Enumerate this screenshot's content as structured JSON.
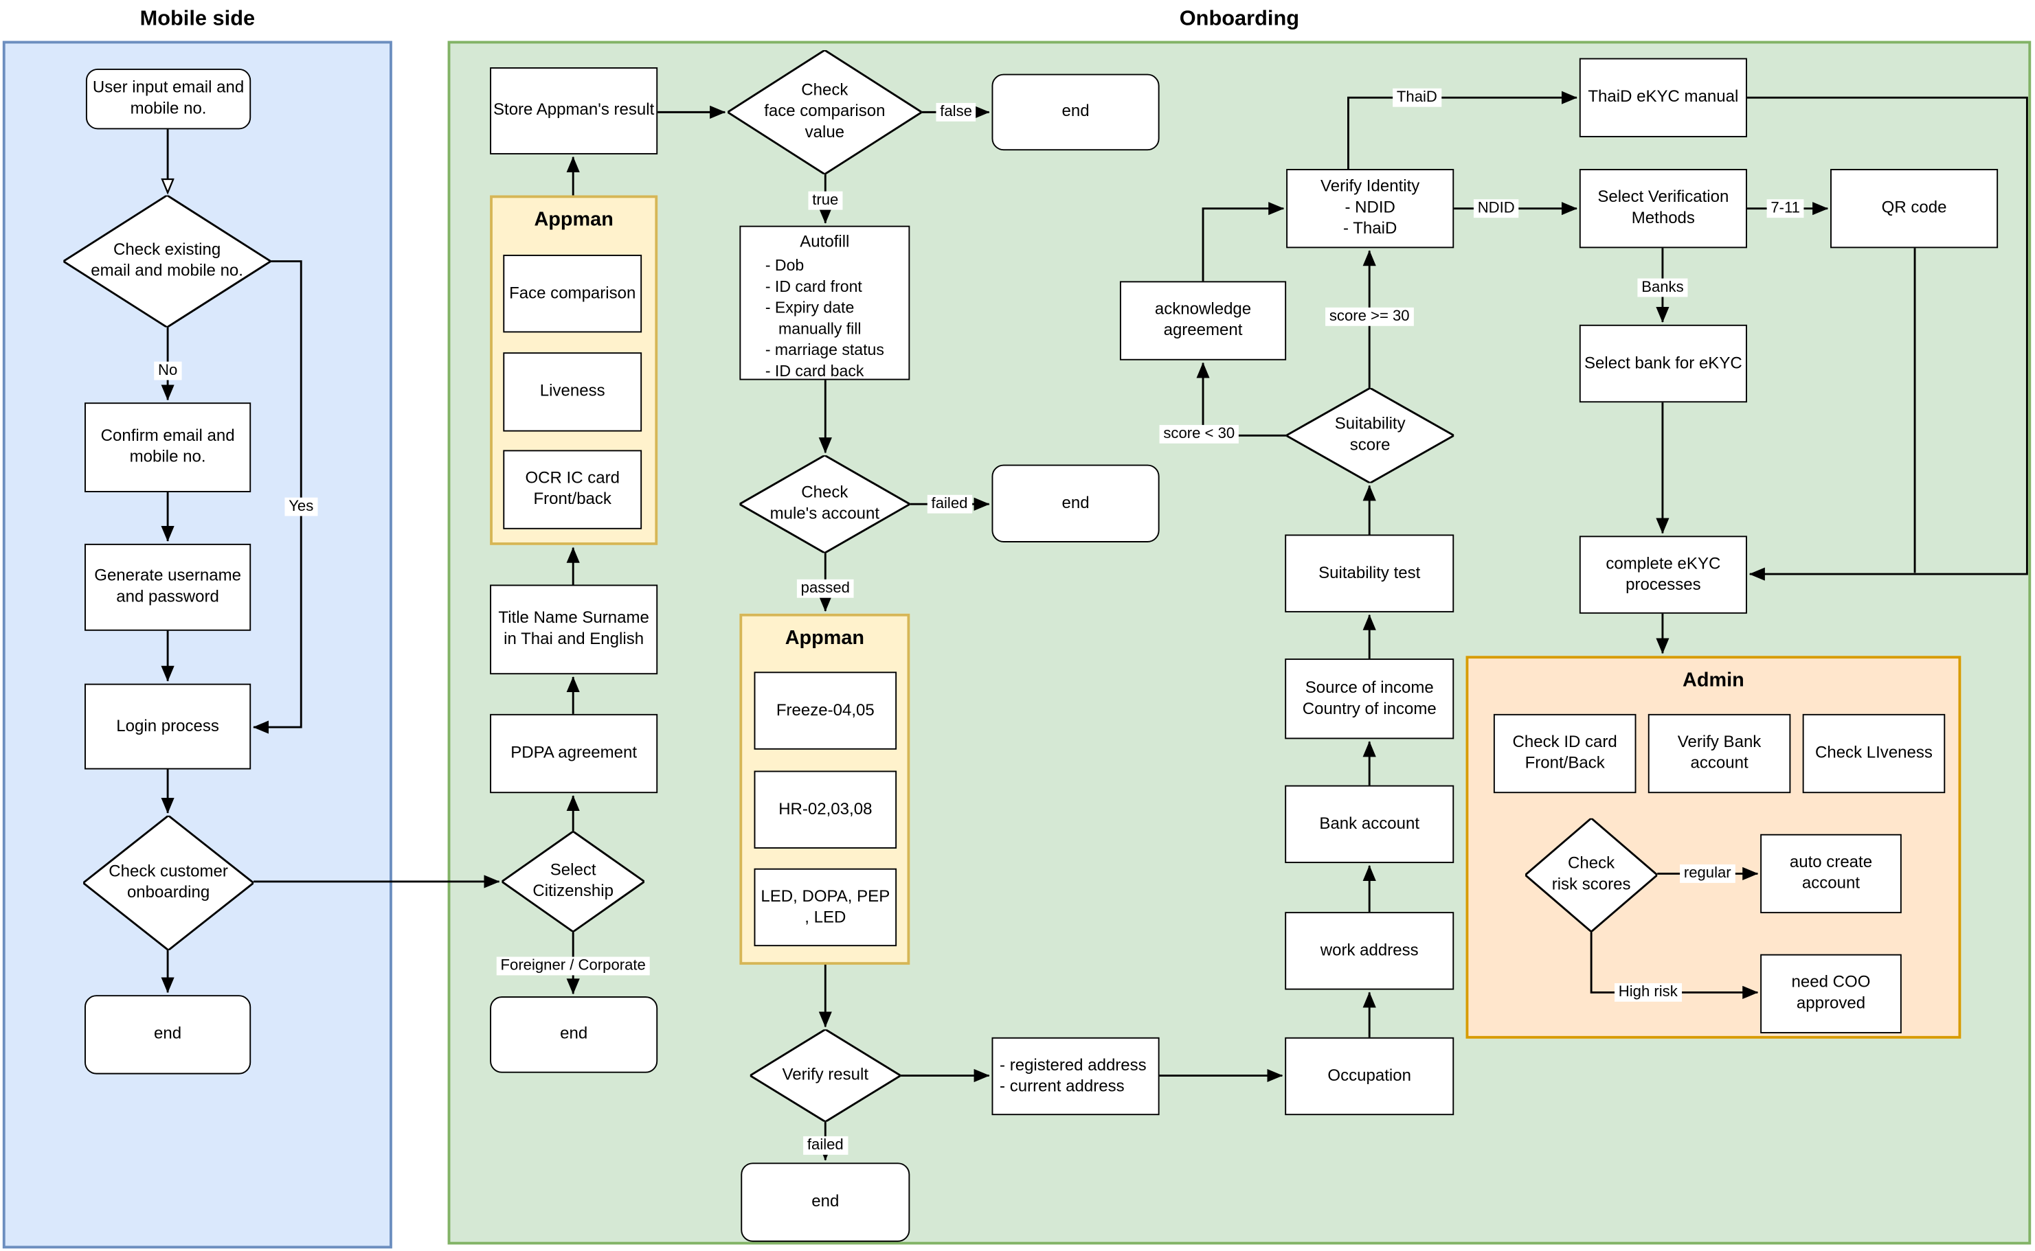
{
  "titles": {
    "mobile": "Mobile side",
    "onboarding": "Onboarding"
  },
  "colors": {
    "mobile_fill": "#dae8fc",
    "mobile_border": "#6c8ebf",
    "onboarding_fill": "#d5e8d4",
    "onboarding_border": "#82b366",
    "appman_fill": "#fff2cc",
    "appman_border": "#d6b656",
    "admin_fill": "#ffe6cc",
    "admin_border": "#d79b00",
    "node_fill": "#ffffff",
    "node_border": "#000000"
  },
  "nodes": {
    "user_input": "User input email and\nmobile no.",
    "check_existing": "Check existing\nemail and mobile no.",
    "confirm_email": "Confirm email and\nmobile no.",
    "generate_user": "Generate username\nand password",
    "login_process": "Login process",
    "check_customer": "Check customer\nonboarding",
    "end_mobile": "end",
    "store_appman": "Store Appman's result",
    "check_face": "Check\nface comparison\nvalue",
    "end_face": "end",
    "autofill_title": "Autofill",
    "autofill_items": "- Dob\n- ID card front\n- Expiry date\n   manually fill\n- marriage status\n- ID card back",
    "appman1_title": "Appman",
    "face_comparison": "Face comparison",
    "liveness": "Liveness",
    "ocr": "OCR IC card\nFront/back",
    "title_name": "Title Name Surname\nin Thai and English",
    "pdpa": "PDPA agreement",
    "select_citizenship": "Select\nCitizenship",
    "end_citizenship": "end",
    "check_mule": "Check\nmule's account",
    "end_mule": "end",
    "appman2_title": "Appman",
    "freeze": "Freeze-04,05",
    "hr": "HR-02,03,08",
    "led": "LED, DOPA, PEP\n, LED",
    "verify_result": "Verify result",
    "end_verify": "end",
    "reg_address": "- registered address\n- current address",
    "occupation": "Occupation",
    "work_address": "work address",
    "bank_account": "Bank account",
    "source_income": "Source of income\nCountry of income",
    "suitability_test": "Suitability test",
    "suitability_score": "Suitability\nscore",
    "acknowledge": "acknowledge\nagreement",
    "verify_identity": "Verify Identity\n- NDID\n- ThaiD",
    "select_verification": "Select Verification\nMethods",
    "qr_code": "QR code",
    "thaid_manual": "ThaiD eKYC manual",
    "select_bank": "Select bank for eKYC",
    "complete_ekyc": "complete eKYC\nprocesses",
    "admin_title": "Admin",
    "check_id_card": "Check ID card\nFront/Back",
    "verify_bank": "Verify Bank\naccount",
    "check_liveness": "Check LIveness",
    "check_risk": "Check\nrisk scores",
    "auto_create": "auto create\naccount",
    "need_coo": "need COO\napproved"
  },
  "edge_labels": {
    "no": "No",
    "yes": "Yes",
    "false": "false",
    "true": "true",
    "failed_mule": "failed",
    "passed": "passed",
    "foreigner": "Foreigner / Corporate",
    "failed_verify": "failed",
    "score_lt": "score < 30",
    "score_ge": "score >= 30",
    "ndid": "NDID",
    "seven11": "7-11",
    "thaid": "ThaiD",
    "banks": "Banks",
    "regular": "regular",
    "high_risk": "High risk"
  }
}
